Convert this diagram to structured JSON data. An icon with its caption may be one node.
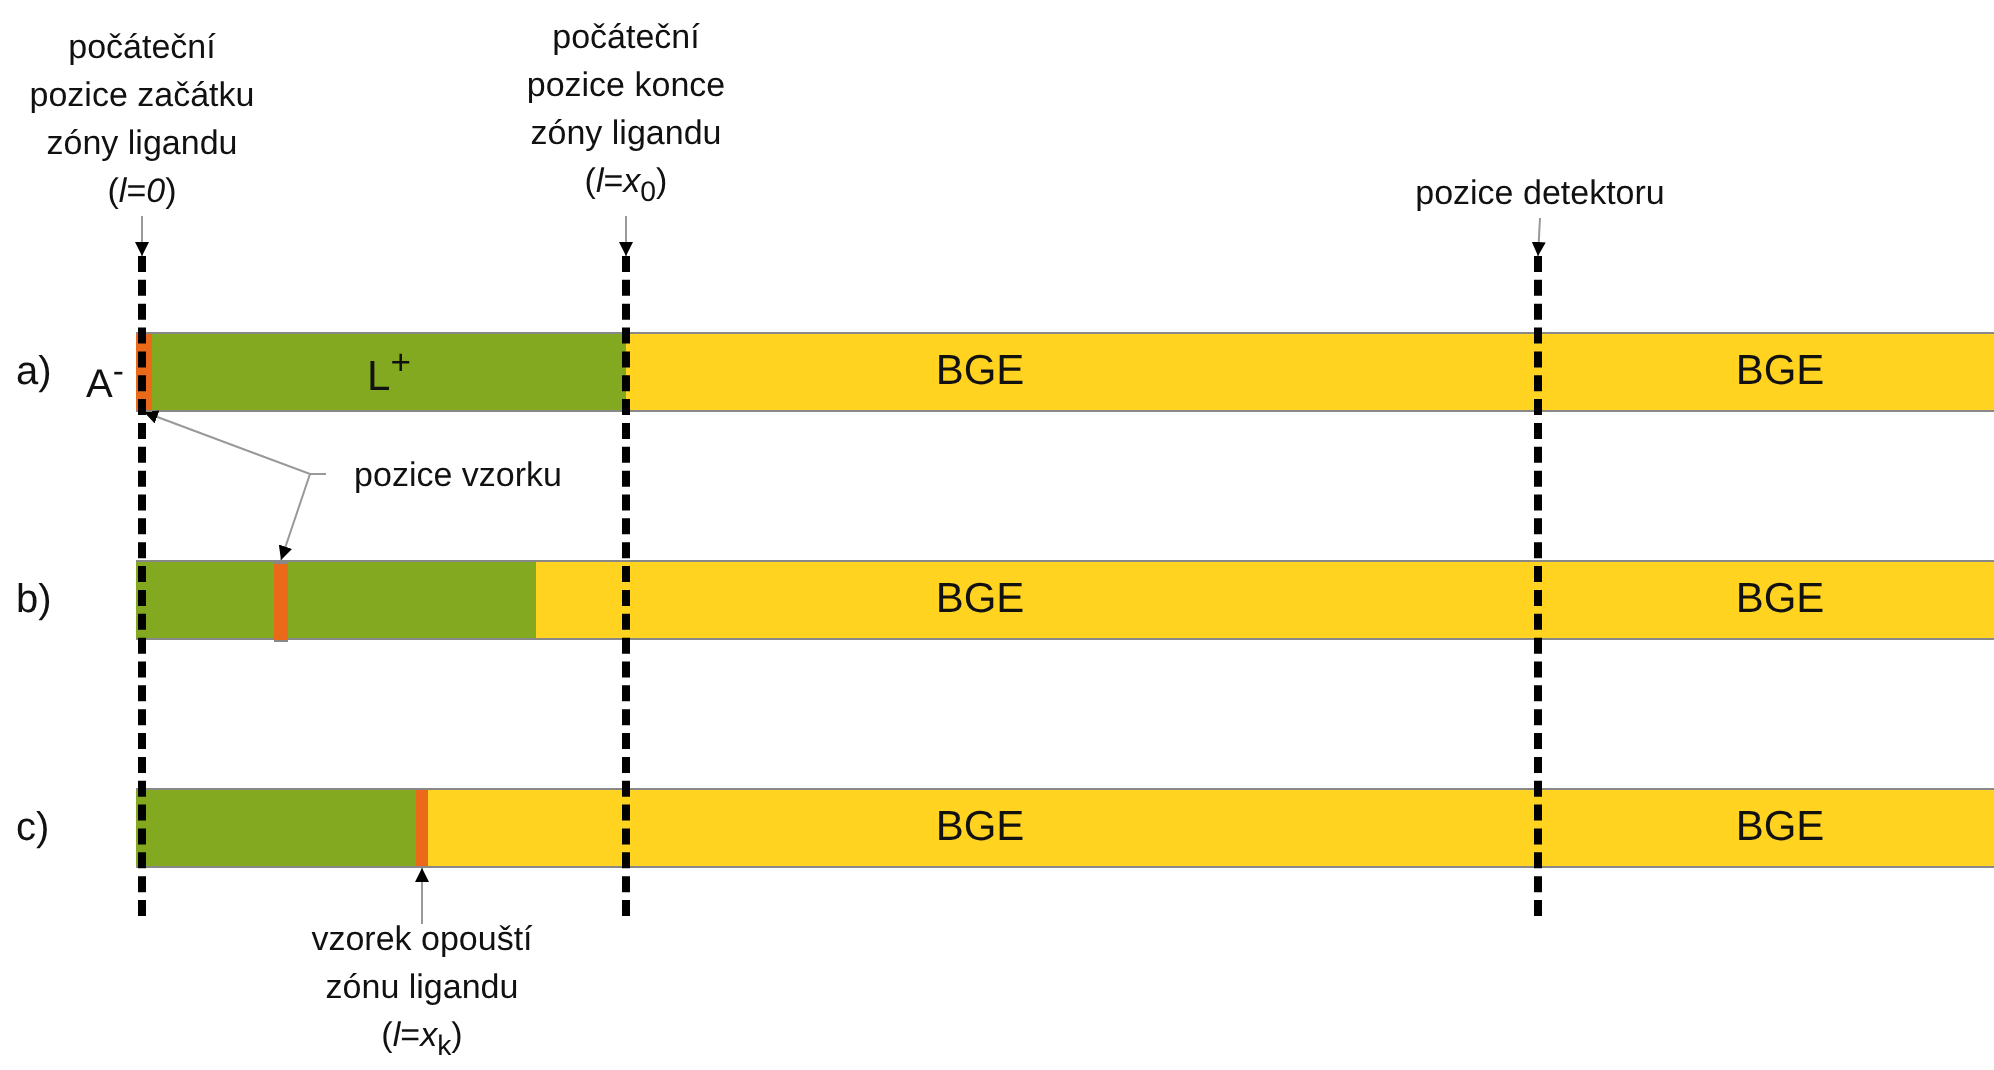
{
  "diagram": {
    "nodes": [
      {
        "text": [
          "počáteční pozice začátku zóny ligandu (*l*=*0*)"
        ]
      },
      {
        "text": [
          "počáteční pozice konce zóny ligandu (*l*=*x*$_{0}$)"
        ]
      },
      {
        "text": [
          "pozice detektoru"
        ]
      },
      {
        "text": [],
        "shape": "line"
      },
      {
        "text": [],
        "shape": "line"
      },
      {
        "text": [],
        "shape": "line"
      },
      {
        "text": [],
        "shape": "bar"
      },
      {
        "text": [
          "L$^{+}$"
        ]
      },
      {
        "text": [
          "BGE",
          "BGE"
        ]
      },
      {
        "text": [
          "pozice vzorku"
        ]
      },
      {
        "text": [],
        "shape": "bar"
      },
      {
        "text": [],
        "shape": "bar",
        "in": 10
      },
      {
        "text": [
          "BGE",
          "BGE"
        ]
      },
      {
        "text": [],
        "shape": "bar"
      },
      {
        "text": [],
        "shape": "bar"
      },
      {
        "text": [
          "BGE",
          "BGE"
        ]
      },
      {
        "text": [
          "vzorek opouští zónu ligandu (*l*=*x*$_{k}$)"
        ]
      }
    ],
    "edges": [
      {
        "from": 0,
        "to": 3,
        "arrow": "to"
      },
      {
        "from": 1,
        "to": 4,
        "arrow": "to"
      },
      {
        "from": 2,
        "to": 5,
        "arrow": "to"
      },
      {
        "from": 9,
        "to": 6,
        "arrow": "to"
      },
      {
        "from": 9,
        "to": 11,
        "arrow": "to"
      },
      {
        "from": 16,
        "to": 14,
        "arrow": "to"
      }
    ],
    "labels": [
      "a)",
      "A$^{-}$",
      "b)",
      "c)"
    ]
  }
}
